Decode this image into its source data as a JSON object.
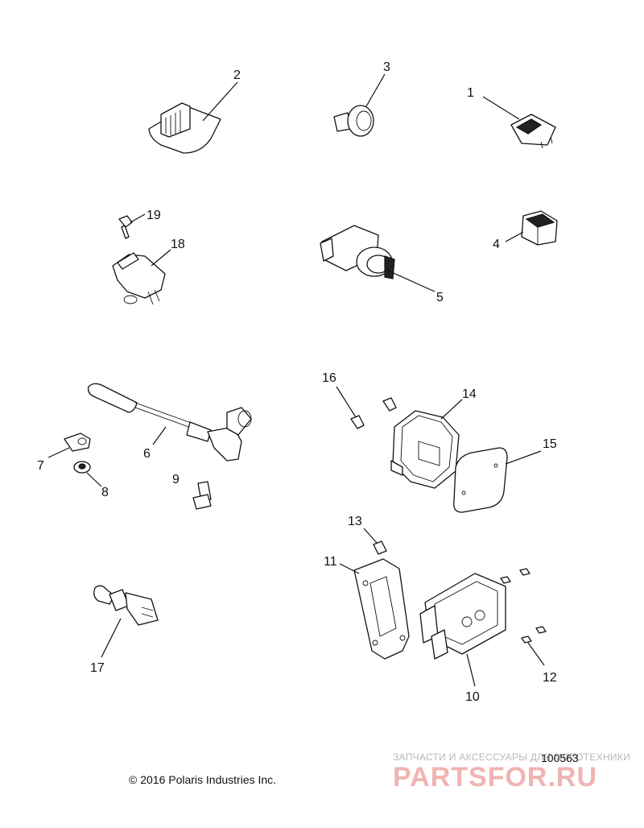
{
  "callouts": [
    "1",
    "2",
    "3",
    "4",
    "5",
    "6",
    "7",
    "8",
    "9",
    "10",
    "11",
    "12",
    "13",
    "14",
    "15",
    "16",
    "17",
    "18",
    "19"
  ],
  "footer": {
    "copyright": "© 2016 Polaris Industries Inc.",
    "document_number": "100563"
  },
  "watermark": {
    "caption": "ЗАПЧАСТИ И АКСЕССУАРЫ ДЛЯ МОТОТЕХНИКИ",
    "logo": "PARTSFOR.RU"
  },
  "colors": {
    "line": "#111111",
    "background": "#ffffff",
    "watermark_logo": "#f1b3b3",
    "watermark_caption": "#b9b9b9"
  }
}
